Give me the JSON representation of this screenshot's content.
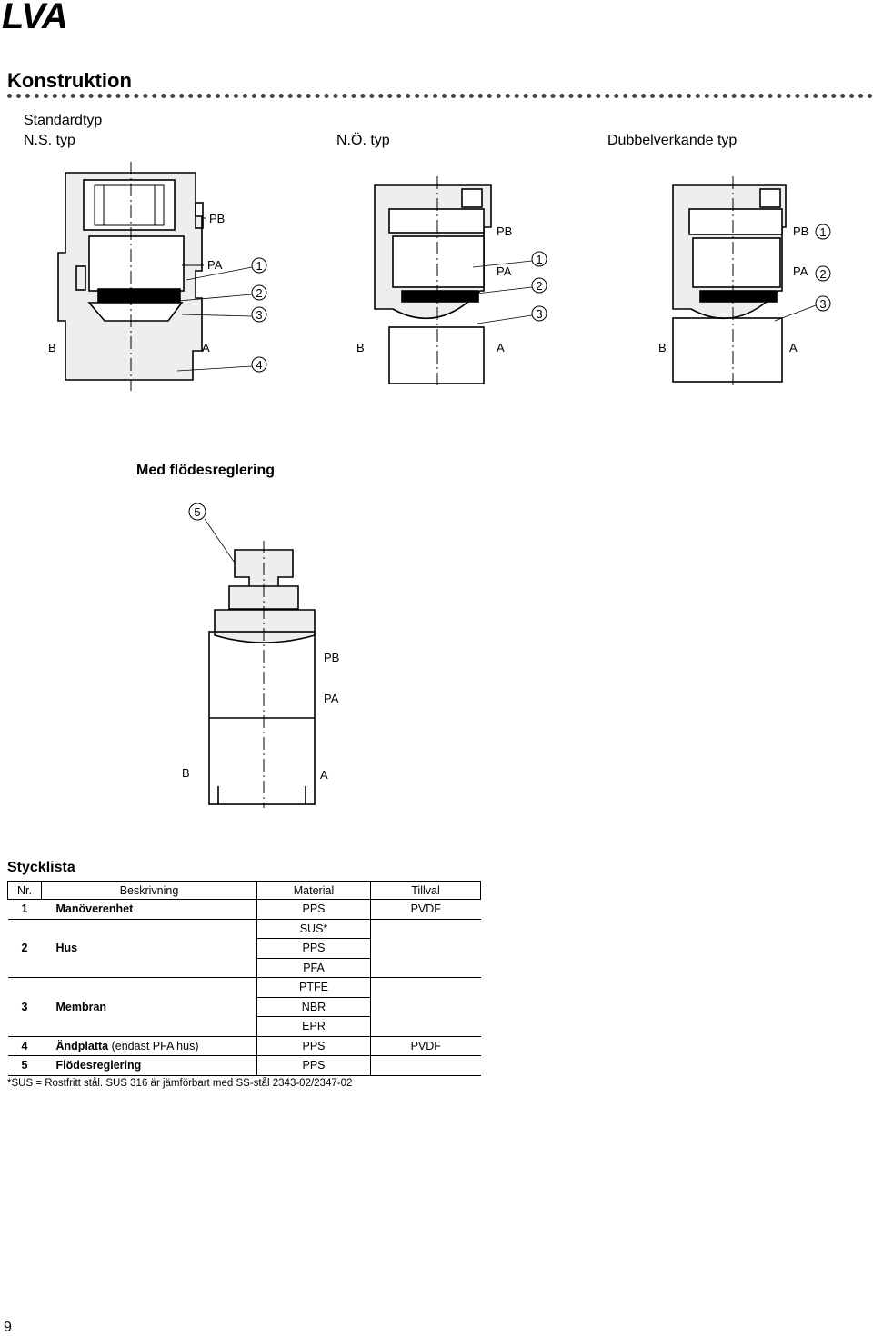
{
  "header": {
    "brand": "LVA"
  },
  "section": {
    "title": "Konstruktion"
  },
  "diagrams": {
    "standard_label": "Standardtyp",
    "ns_label": "N.S. typ",
    "no_label": "N.Ö. typ",
    "double_label": "Dubbelverkande typ",
    "flow_label": "Med flödesreglering",
    "ports": {
      "pb": "PB",
      "pa": "PA",
      "b": "B",
      "a": "A"
    },
    "callouts": [
      "1",
      "2",
      "3",
      "4",
      "5"
    ]
  },
  "parts_list": {
    "title": "Stycklista",
    "headers": [
      "Nr.",
      "Beskrivning",
      "Material",
      "Tillval"
    ],
    "rows": [
      {
        "nr": "1",
        "desc": "Manöverenhet",
        "desc_extra": "",
        "materials": [
          "PPS"
        ],
        "option": "PVDF"
      },
      {
        "nr": "2",
        "desc": "Hus",
        "desc_extra": "",
        "materials": [
          "SUS*",
          "PPS",
          "PFA"
        ],
        "option": ""
      },
      {
        "nr": "3",
        "desc": "Membran",
        "desc_extra": "",
        "materials": [
          "PTFE",
          "NBR",
          "EPR"
        ],
        "option": ""
      },
      {
        "nr": "4",
        "desc": "Ändplatta",
        "desc_extra": " (endast PFA hus)",
        "materials": [
          "PPS"
        ],
        "option": "PVDF"
      },
      {
        "nr": "5",
        "desc": "Flödesreglering",
        "desc_extra": "",
        "materials": [
          "PPS"
        ],
        "option": ""
      }
    ],
    "footnote": "*SUS = Rostfritt stål. SUS 316 är jämförbart med SS-stål 2343-02/2347-02"
  },
  "page": {
    "number": "9"
  }
}
